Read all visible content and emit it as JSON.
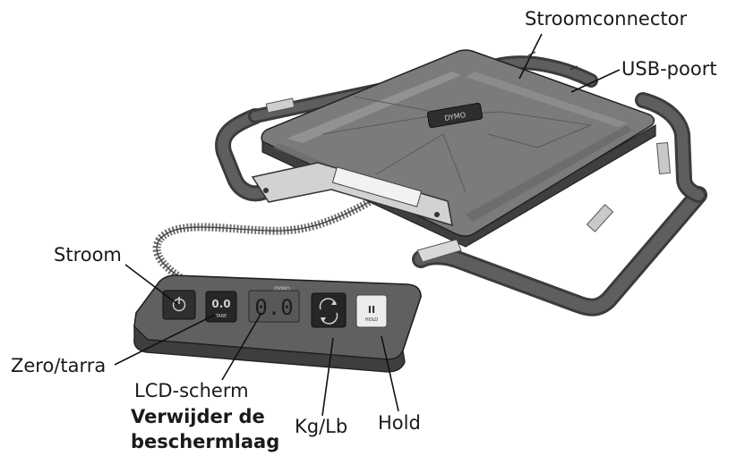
{
  "labels": {
    "stroomconnector": "Stroomconnector",
    "usb_poort": "USB-poort",
    "stroom": "Stroom",
    "zero_tarra": "Zero/tarra",
    "lcd_scherm": "LCD-scherm",
    "verwijder_line1": "Verwijder de",
    "verwijder_line2": "beschermlaag",
    "kg_lb": "Kg/Lb",
    "hold": "Hold"
  },
  "device": {
    "brand_plate": "DYMO",
    "panel_brand": "DYMO",
    "lcd_digits": "0.0",
    "tare_key_top": "0.0",
    "tare_key_bottom": "TARE",
    "hold_key_top": "II",
    "hold_key_bottom": "HOLD"
  }
}
